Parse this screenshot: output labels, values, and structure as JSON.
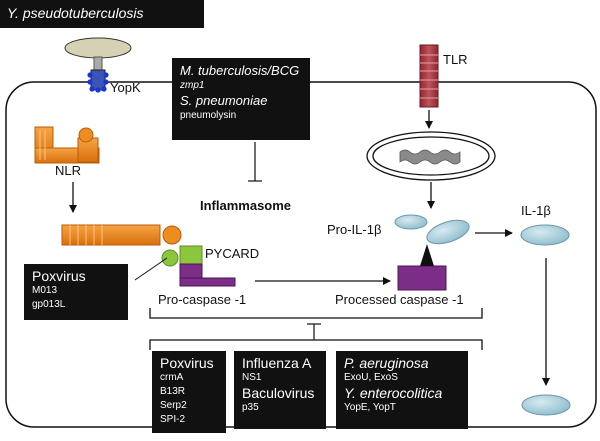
{
  "diagram": {
    "header": {
      "title": "Y. pseudotuberculosis"
    },
    "labels": {
      "yopk": "YopK",
      "tlr": "TLR",
      "nlr": "NLR",
      "inflammasome": "Inflammasome",
      "pro_il1b": "Pro-IL-1β",
      "il1b": "IL-1β",
      "pycard": "PYCARD",
      "pro_caspase": "Pro-caspase -1",
      "processed_caspase": "Processed caspase -1"
    },
    "mtb_box": {
      "organism1": "M. tuberculosis/BCG",
      "factor1": "zmp1",
      "organism2": "S. pneumoniae",
      "factor2": "pneumolysin"
    },
    "poxvirus_left": {
      "organism": "Poxvirus",
      "factors": [
        "M013",
        "gp013L"
      ]
    },
    "poxvirus_bottom": {
      "organism": "Poxvirus",
      "factors": [
        "crmA",
        "B13R",
        "Serp2",
        "SPI-2"
      ]
    },
    "influenza_box": {
      "organism1": "Influenza A",
      "factor1": "NS1",
      "organism2": "Baculovirus",
      "factor2": "p35"
    },
    "pseudomonas_box": {
      "organism1": "P. aeruginosa",
      "factor1": "ExoU, ExoS",
      "organism2": "Y. enterocolitica",
      "factor2": "YopE, YopT"
    },
    "colors": {
      "nlr_orange": "#e8841a",
      "tlr_red": "#a8323a",
      "pycard_green": "#8cc63f",
      "caspase_purple": "#7b2d87",
      "il1b_blue": "#a9cfdc",
      "box_black": "#111111"
    }
  }
}
